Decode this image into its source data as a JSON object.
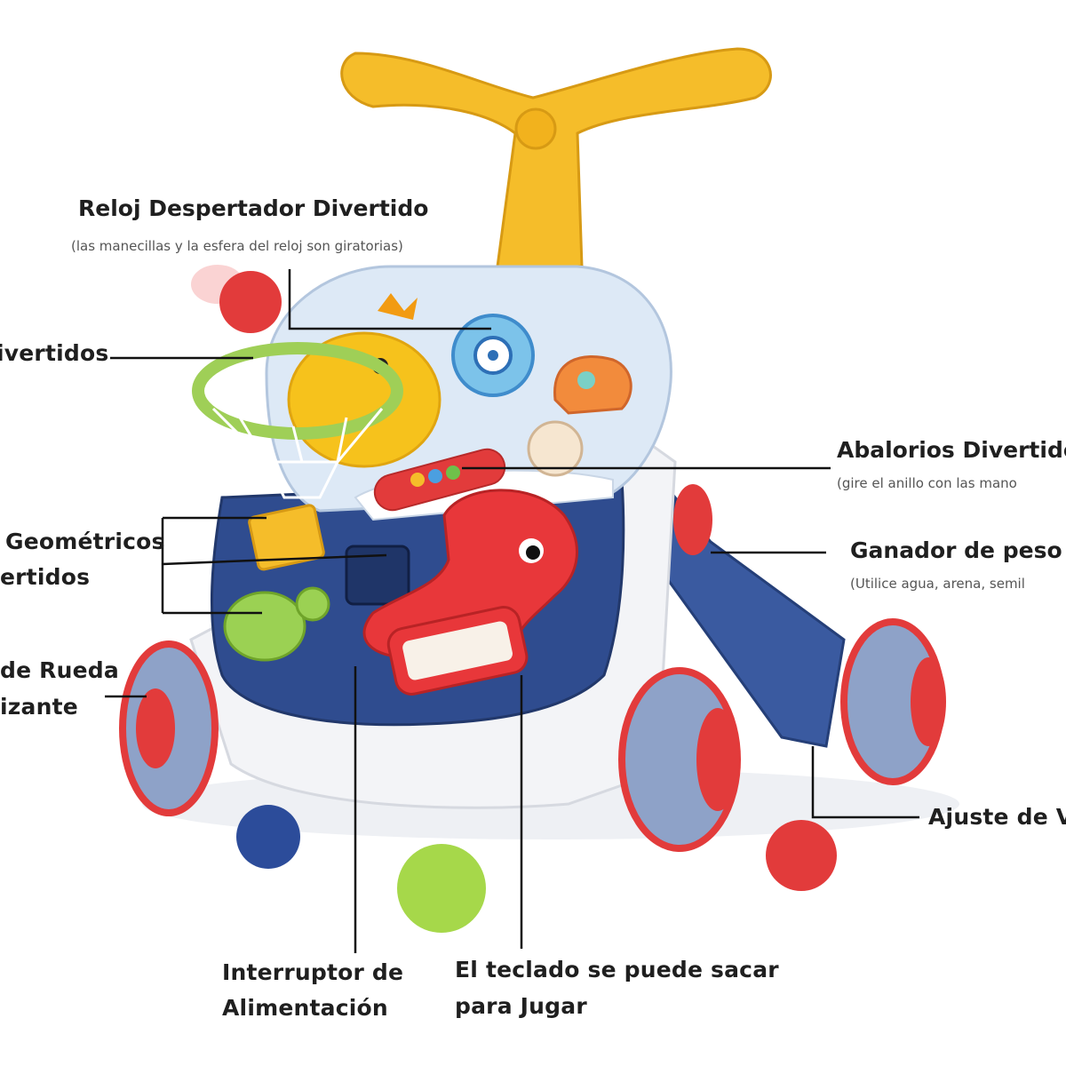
{
  "colors": {
    "handle": "#f5bd2a",
    "body_blue": "#2f4c8f",
    "panel_light": "#dde9f6",
    "accent_red": "#e23b3b",
    "wheel_gray": "#8ea2c8",
    "line": "#111111"
  },
  "labels": {
    "clock_title": "Reloj Despertador Divertido",
    "clock_sub": "(las manecillas y la esfera del reloj son giratorias)",
    "hoop": "ivertidos",
    "beads_title": "Abalorios Divertido",
    "beads_sub": "(gire el anillo con las mano",
    "shapes_line1": "Geométricos",
    "shapes_line2": "ertidos",
    "weight_title": "Ganador de peso",
    "weight_sub": "(Utilice agua, arena, semil",
    "wheel_line1": "de Rueda",
    "wheel_line2": "izante",
    "speed": "Ajuste de Ve",
    "power_line1": "Interruptor de",
    "power_line2": "Alimentación",
    "keyboard_line1": "El teclado se puede sacar",
    "keyboard_line2": "para Jugar"
  }
}
